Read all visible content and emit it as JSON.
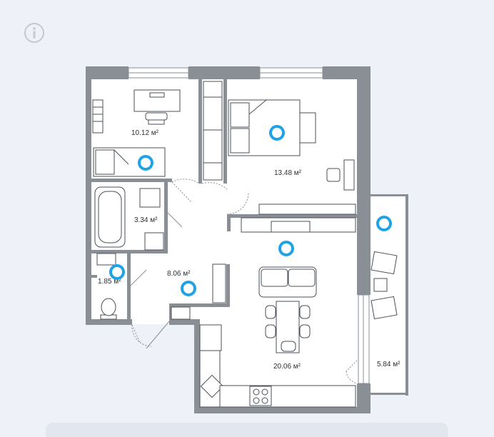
{
  "info_icon": "info-icon",
  "rooms": [
    {
      "id": "bedroom-small",
      "area": "10.12 м²"
    },
    {
      "id": "bedroom-master",
      "area": "13.48 м²"
    },
    {
      "id": "bathroom",
      "area": "3.34 м²"
    },
    {
      "id": "toilet",
      "area": "1.85 м²"
    },
    {
      "id": "hallway",
      "area": "8.06 м²"
    },
    {
      "id": "living-kitchen",
      "area": "20.06 м²"
    },
    {
      "id": "balcony",
      "area": "5.84 м²"
    }
  ],
  "colors": {
    "background": "#eef2f8",
    "wall": "#8a8f96",
    "floor": "#ffffff",
    "hotspot": "#1fa3e6"
  }
}
